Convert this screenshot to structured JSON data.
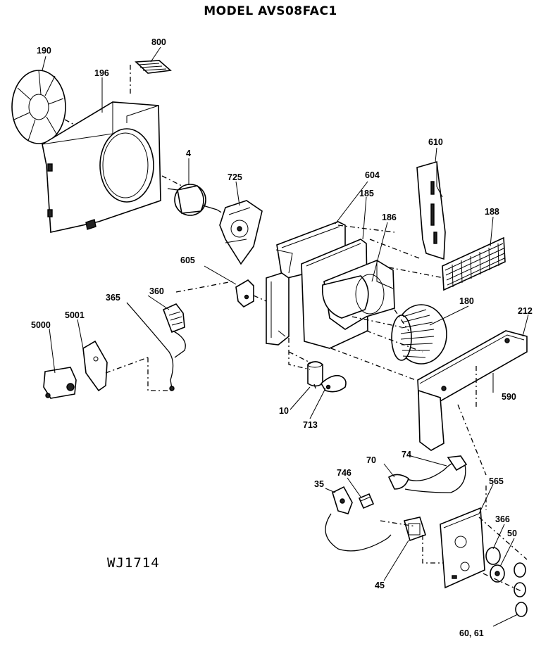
{
  "title": "MODEL AVS08FAC1",
  "drawing_code": "WJ1714",
  "parts": [
    {
      "id": "p190",
      "label": "190"
    },
    {
      "id": "p800",
      "label": "800"
    },
    {
      "id": "p196",
      "label": "196"
    },
    {
      "id": "p4",
      "label": "4"
    },
    {
      "id": "p725",
      "label": "725"
    },
    {
      "id": "p610",
      "label": "610"
    },
    {
      "id": "p604",
      "label": "604"
    },
    {
      "id": "p185",
      "label": "185"
    },
    {
      "id": "p186",
      "label": "186"
    },
    {
      "id": "p188",
      "label": "188"
    },
    {
      "id": "p605",
      "label": "605"
    },
    {
      "id": "p360",
      "label": "360"
    },
    {
      "id": "p365",
      "label": "365"
    },
    {
      "id": "p180",
      "label": "180"
    },
    {
      "id": "p212",
      "label": "212"
    },
    {
      "id": "p5000",
      "label": "5000"
    },
    {
      "id": "p5001",
      "label": "5001"
    },
    {
      "id": "p590",
      "label": "590"
    },
    {
      "id": "p10",
      "label": "10"
    },
    {
      "id": "p713",
      "label": "713"
    },
    {
      "id": "p74",
      "label": "74"
    },
    {
      "id": "p70",
      "label": "70"
    },
    {
      "id": "p746",
      "label": "746"
    },
    {
      "id": "p565",
      "label": "565"
    },
    {
      "id": "p35",
      "label": "35"
    },
    {
      "id": "p366",
      "label": "366"
    },
    {
      "id": "p50",
      "label": "50"
    },
    {
      "id": "p45",
      "label": "45"
    },
    {
      "id": "p6061",
      "label": "60, 61"
    }
  ]
}
